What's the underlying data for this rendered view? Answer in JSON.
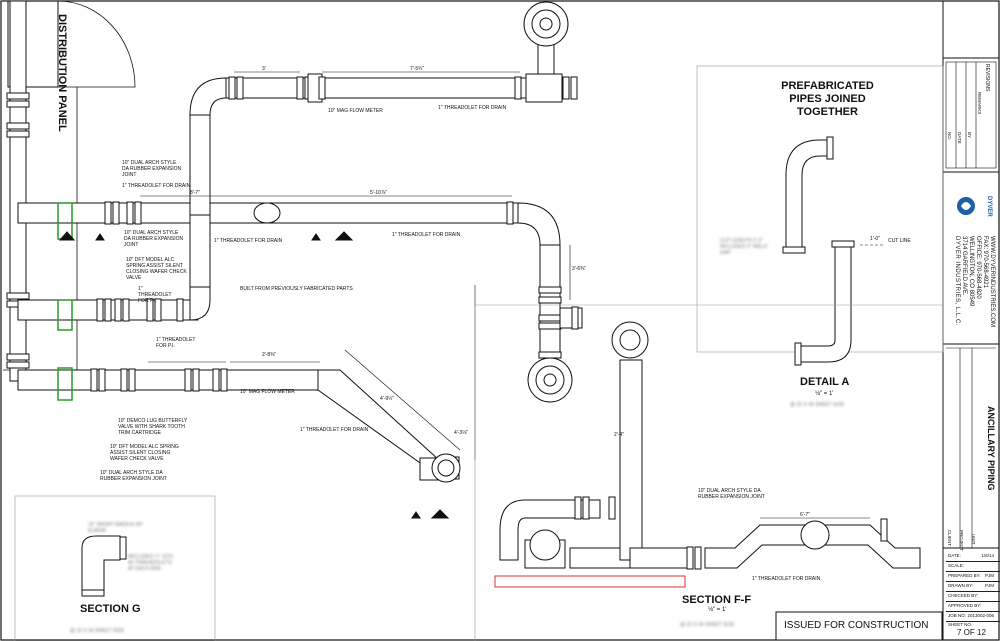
{
  "labels": {
    "distribution_panel": "DISTRIBUTION PANEL",
    "prefab_title": "PREFABRICATED PIPES JOINED TOGETHER",
    "detail_a": "DETAIL A",
    "detail_scale": "⅛\" = 1'",
    "section_g": "SECTION G",
    "section_ff": "SECTION F-F",
    "section_ff_scale": "⅛\" = 1'",
    "issued": "ISSUED FOR CONSTRUCTION",
    "sheet_label": "SHEET NO.",
    "sheet_no": "7 OF 12",
    "ancillary": "ANCILLARY PIPING",
    "revisions": "REVISIONS",
    "cut_line": "CUT LINE",
    "company": {
      "name": "DYVER INDUSTRIES, L.L.C.",
      "addr1": "3714 GARFIELD AVE.",
      "addr2": "WELLINGTON, CO 80549",
      "office": "OFFICE: 970-568-4820",
      "fax": "FAX: 970-568-4921",
      "web": "WWW.DYVERINDUSTRIES.COM",
      "logo_text": "DYVER"
    },
    "callouts": {
      "flow_meter_top": "10\" MAG FLOW METER",
      "threadolet_top": "1\" THREADOLET FOR DRAIN",
      "dual_arch_1": "10\" DUAL ARCH STYLE DA RUBBER EXPANSION JOINT",
      "threadolet_drain_1": "1\" THREADOLET FOR DRAIN",
      "dual_arch_2": "10\" DUAL ARCH STYLE DA RUBBER EXPANSION JOINT",
      "check_valve": "10\" DFT MODEL ALC SPRING ASSIST SILENT CLOSING WAFER CHECK VALVE",
      "threadolet_pi": "1\" THREADOLET FOR P.I.",
      "threadolet_drain_mid": "1\" THREADOLET FOR DRAIN",
      "threadolet_drain_mid2": "1\" THREADOLET FOR DRAIN",
      "prev_fab": "BUILT FROM PREVIOUSLY FABRICATED PARTS",
      "threadolet_pi_2": "1\" THREADOLET FOR P.I.",
      "flow_meter_mid": "10\" MAG FLOW METER",
      "butterfly": "10\" DEMCO LUG BUTTERFLY VALVE WITH SHARK TOOTH TRIM CARTRIDGE",
      "check_valve_2": "10\" DFT MODEL ALC SPRING ASSIST SILENT CLOSING WAFER CHECK VALVE",
      "dual_arch_3": "10\" DUAL ARCH STYLE DA RUBBER EXPANSION JOINT",
      "threadolet_drain_low": "1\" THREADOLET FOR DRAIN",
      "dual_arch_ff": "10\" DUAL ARCH STYLE DA RUBBER EXPANSION JOINT",
      "ff_note": "1\" THREADOLET FOR DRAIN",
      "elbow_g": "10\" SHORT RADIUS 90° ELBOW",
      "g_note": "INCLUDES ½\" SCH. 40 THREADOLETS AT EACH END",
      "cut_note": "CUT LENGTH 2' 0\" INCLUDED 2\" WELD GAP",
      "sheet_size": "@ 22 X 34 SHEET SIZE"
    },
    "dims": {
      "d1": "3'",
      "d2": "7'-5¾\"",
      "d3": "8'-7\"",
      "d4": "5'-10⅞\"",
      "d5": "3'-6⅜\"",
      "d6": "2'-8⅜\"",
      "d7": "4'-9½\"",
      "d8": "4'-3⅛\"",
      "d9": "6'-7\"",
      "d10": "1'-0\"",
      "d11": "2'-4\""
    },
    "tb": {
      "date": "DATE:",
      "date_v": "1/6/14",
      "scale": "SCALE:",
      "prepared": "PREPARED BY:",
      "prepared_v": "PJM",
      "drawn": "DRAWN BY:",
      "drawn_v": "PJM",
      "checked": "CHECKED BY:",
      "approved": "APPROVED BY:",
      "job": "JOB NO:",
      "job_v": "2013002-006",
      "client": "CLIENT",
      "project": "PROJECT",
      "unit": "UNIT"
    },
    "rev_heads": {
      "no": "NO.",
      "date": "DATE",
      "by": "BY",
      "remarks": "REMARKS"
    }
  }
}
